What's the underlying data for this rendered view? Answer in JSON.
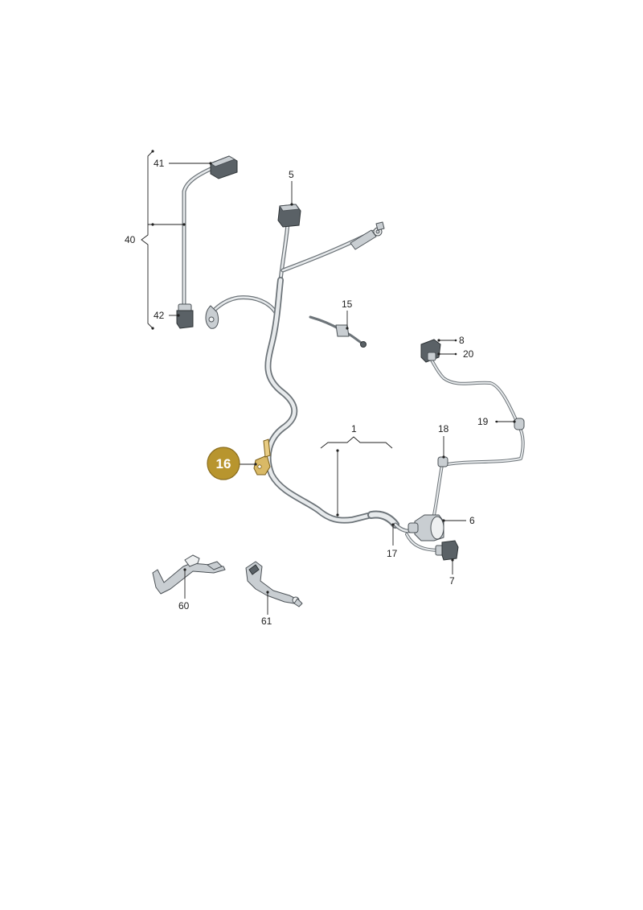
{
  "callouts": {
    "l1": "1",
    "l5": "5",
    "l6": "6",
    "l7": "7",
    "l8": "8",
    "l15": "15",
    "l16": "16",
    "l17": "17",
    "l18": "18",
    "l19": "19",
    "l20": "20",
    "l40": "40",
    "l41": "41",
    "l42": "42",
    "l60": "60",
    "l61": "61"
  },
  "highlight": {
    "badge_color": "#b8952e",
    "badge_ring_color": "#8a6d1e",
    "highlighted_part": "16"
  }
}
